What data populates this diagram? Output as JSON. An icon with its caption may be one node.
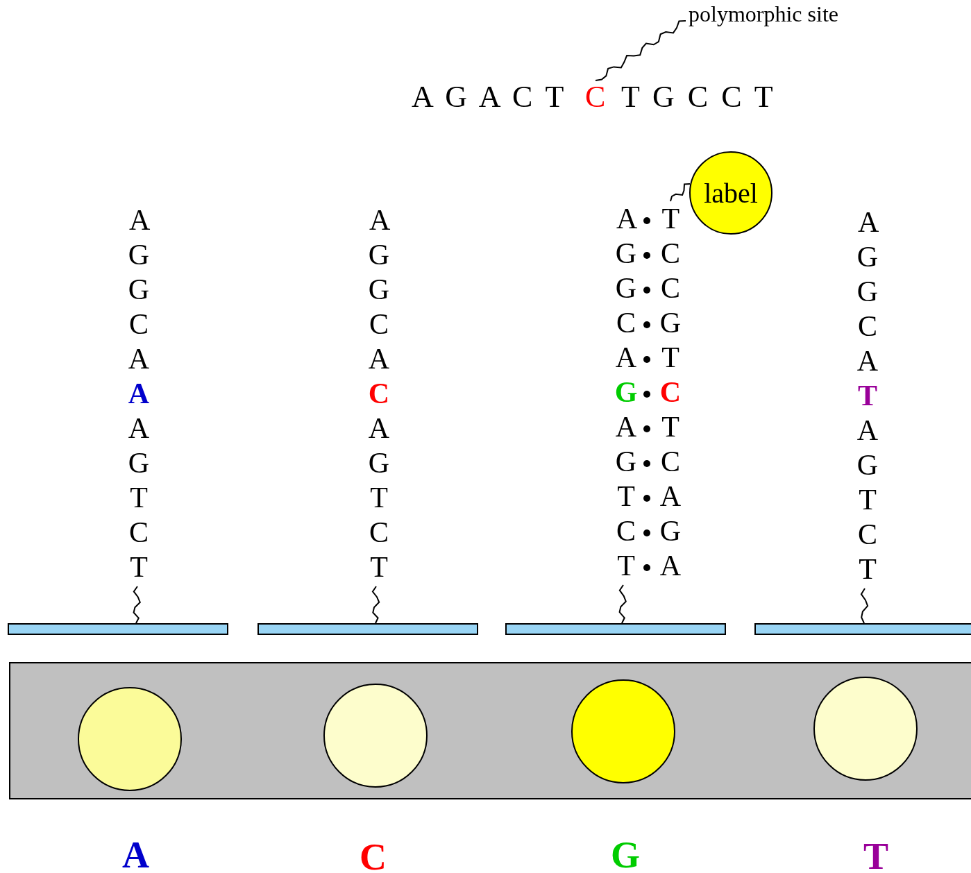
{
  "diagram": {
    "nodes": [
      {
        "text": [
          "polymorphic site"
        ]
      },
      {
        "text": [
          "C"
        ]
      },
      {
        "text": [
          "label"
        ]
      },
      {
        "text": [
          "A G G C A A A G T C T"
        ]
      },
      {
        "text": [
          "A G G C A C A G T C T"
        ]
      },
      {
        "text": [
          "A G G C A G A G T C T"
        ]
      },
      {
        "text": [
          "T C C G T C T C A G A"
        ]
      },
      {
        "text": [
          "A G G C A T A G T C T"
        ]
      },
      {
        "text": [],
        "shape": "bar"
      },
      {
        "text": [],
        "shape": "bar"
      },
      {
        "text": [],
        "shape": "bar"
      },
      {
        "text": [],
        "shape": "bar"
      },
      {
        "text": [],
        "shape": "box"
      },
      {
        "text": [],
        "shape": "circle",
        "in": 12
      },
      {
        "text": [],
        "shape": "circle",
        "in": 12
      },
      {
        "text": [],
        "shape": "circle",
        "in": 12
      },
      {
        "text": [],
        "shape": "circle",
        "in": 12
      }
    ],
    "edges": [
      {
        "from": 0,
        "to": 1,
        "arrow": "none"
      },
      {
        "from": 2,
        "to": 6,
        "arrow": "none"
      },
      {
        "from": 3,
        "to": 8,
        "arrow": "none"
      },
      {
        "from": 4,
        "to": 9,
        "arrow": "none"
      },
      {
        "from": 5,
        "to": 10,
        "arrow": "none"
      },
      {
        "from": 7,
        "to": 11,
        "arrow": "none"
      }
    ],
    "labels": [
      "A G A C T",
      "T G C C T",
      "A",
      "C",
      "G",
      "T"
    ]
  }
}
